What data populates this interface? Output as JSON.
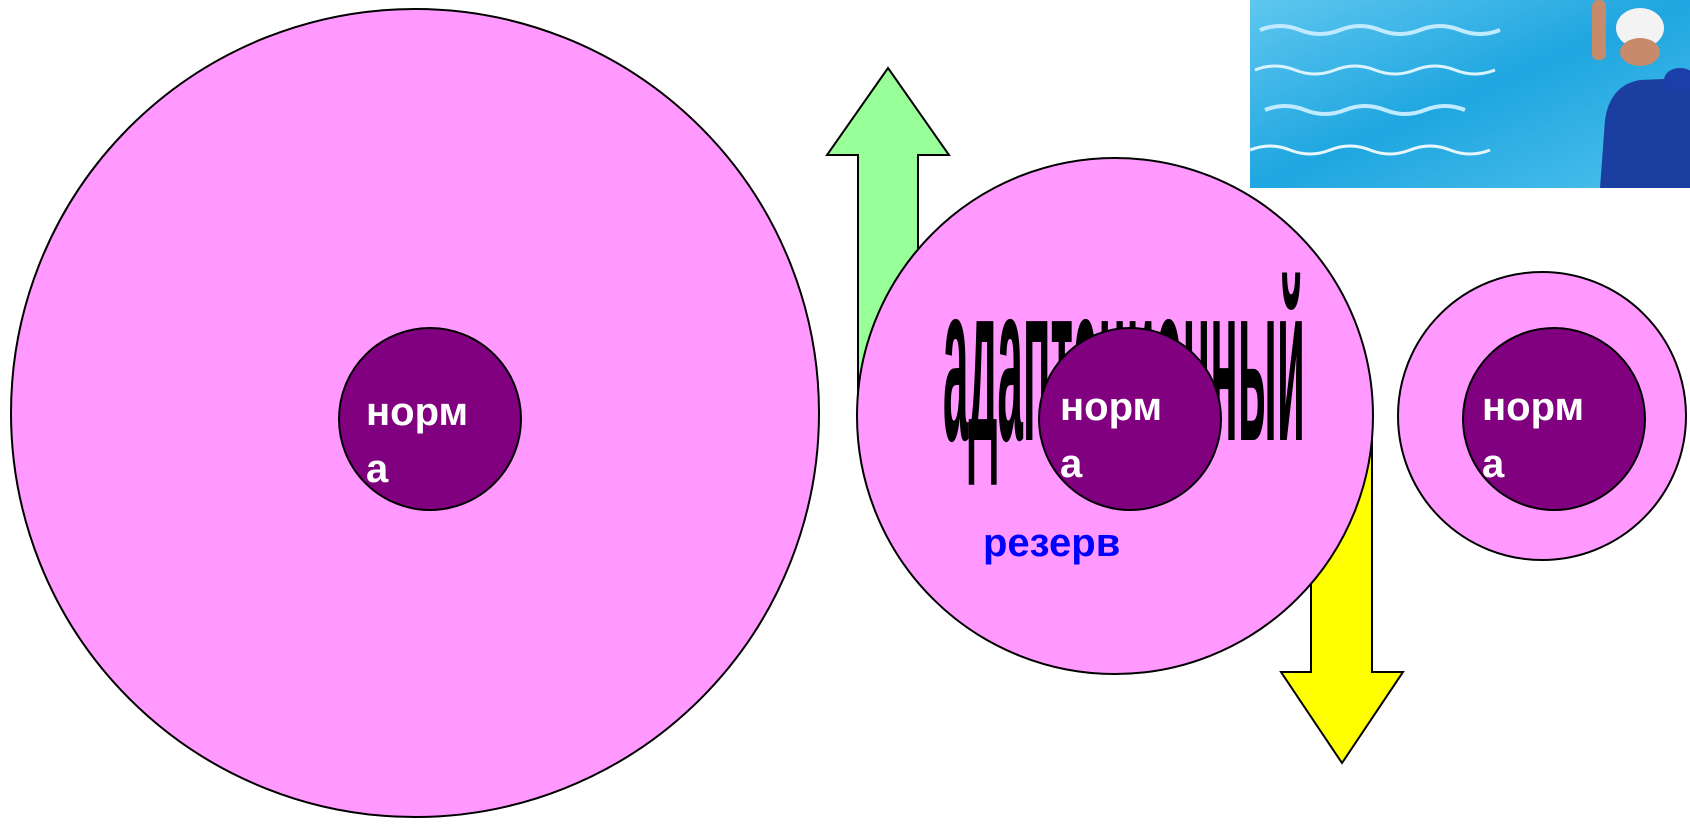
{
  "labels": {
    "norm_large": [
      "норм",
      "а"
    ],
    "norm_middle": [
      "норм",
      "а"
    ],
    "norm_small": [
      "норм",
      "а"
    ],
    "rezerv": "резерв",
    "adapt": "адаптационный"
  },
  "colors": {
    "outer_circle": "#FF99FF",
    "inner_circle": "#800080",
    "arrow_up": "#99FF99",
    "arrow_down": "#FFFF00",
    "rezerv_text": "#0000FF",
    "outline": "#000000"
  },
  "icons": {
    "arrow_up": "arrow-up-icon",
    "arrow_down": "arrow-down-icon",
    "photo": "water-polo-photo"
  }
}
